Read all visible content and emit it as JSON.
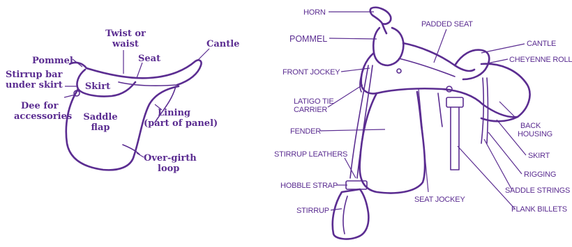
{
  "colors": {
    "ink": "#5b2d91",
    "background": "#ffffff"
  },
  "english_saddle": {
    "labels": {
      "twist_line1": "Twist or",
      "twist_line2": "waist",
      "pommel": "Pommel",
      "seat": "Seat",
      "cantle": "Cantle",
      "stirrup_bar_line1": "Stirrup bar",
      "stirrup_bar_line2": "under skirt",
      "skirt": "Skirt",
      "dee_line1": "Dee for",
      "dee_line2": "accessories",
      "saddle_flap_line1": "Saddle",
      "saddle_flap_line2": "flap",
      "lining_line1": "Lining",
      "lining_line2": "(part of panel)",
      "overgirth_line1": "Over-girth",
      "overgirth_line2": "loop"
    }
  },
  "western_saddle": {
    "labels": {
      "horn": "HORN",
      "pommel": "POMMEL",
      "padded_seat": "PADDED SEAT",
      "cantle": "CANTLE",
      "cheyenne_roll": "CHEYENNE ROLL",
      "front_jockey": "FRONT JOCKEY",
      "latigo_line1": "LATIGO TIE",
      "latigo_line2": "CARRIER",
      "fender": "FENDER",
      "back_housing_line1": "BACK",
      "back_housing_line2": "HOUSING",
      "skirt": "SKIRT",
      "stirrup_leathers": "STIRRUP LEATHERS",
      "rigging": "RIGGING",
      "hobble_strap": "HOBBLE STRAP",
      "saddle_strings": "SADDLE STRINGS",
      "seat_jockey": "SEAT JOCKEY",
      "flank_billets": "FLANK BILLETS",
      "stirrup": "STIRRUP"
    }
  }
}
